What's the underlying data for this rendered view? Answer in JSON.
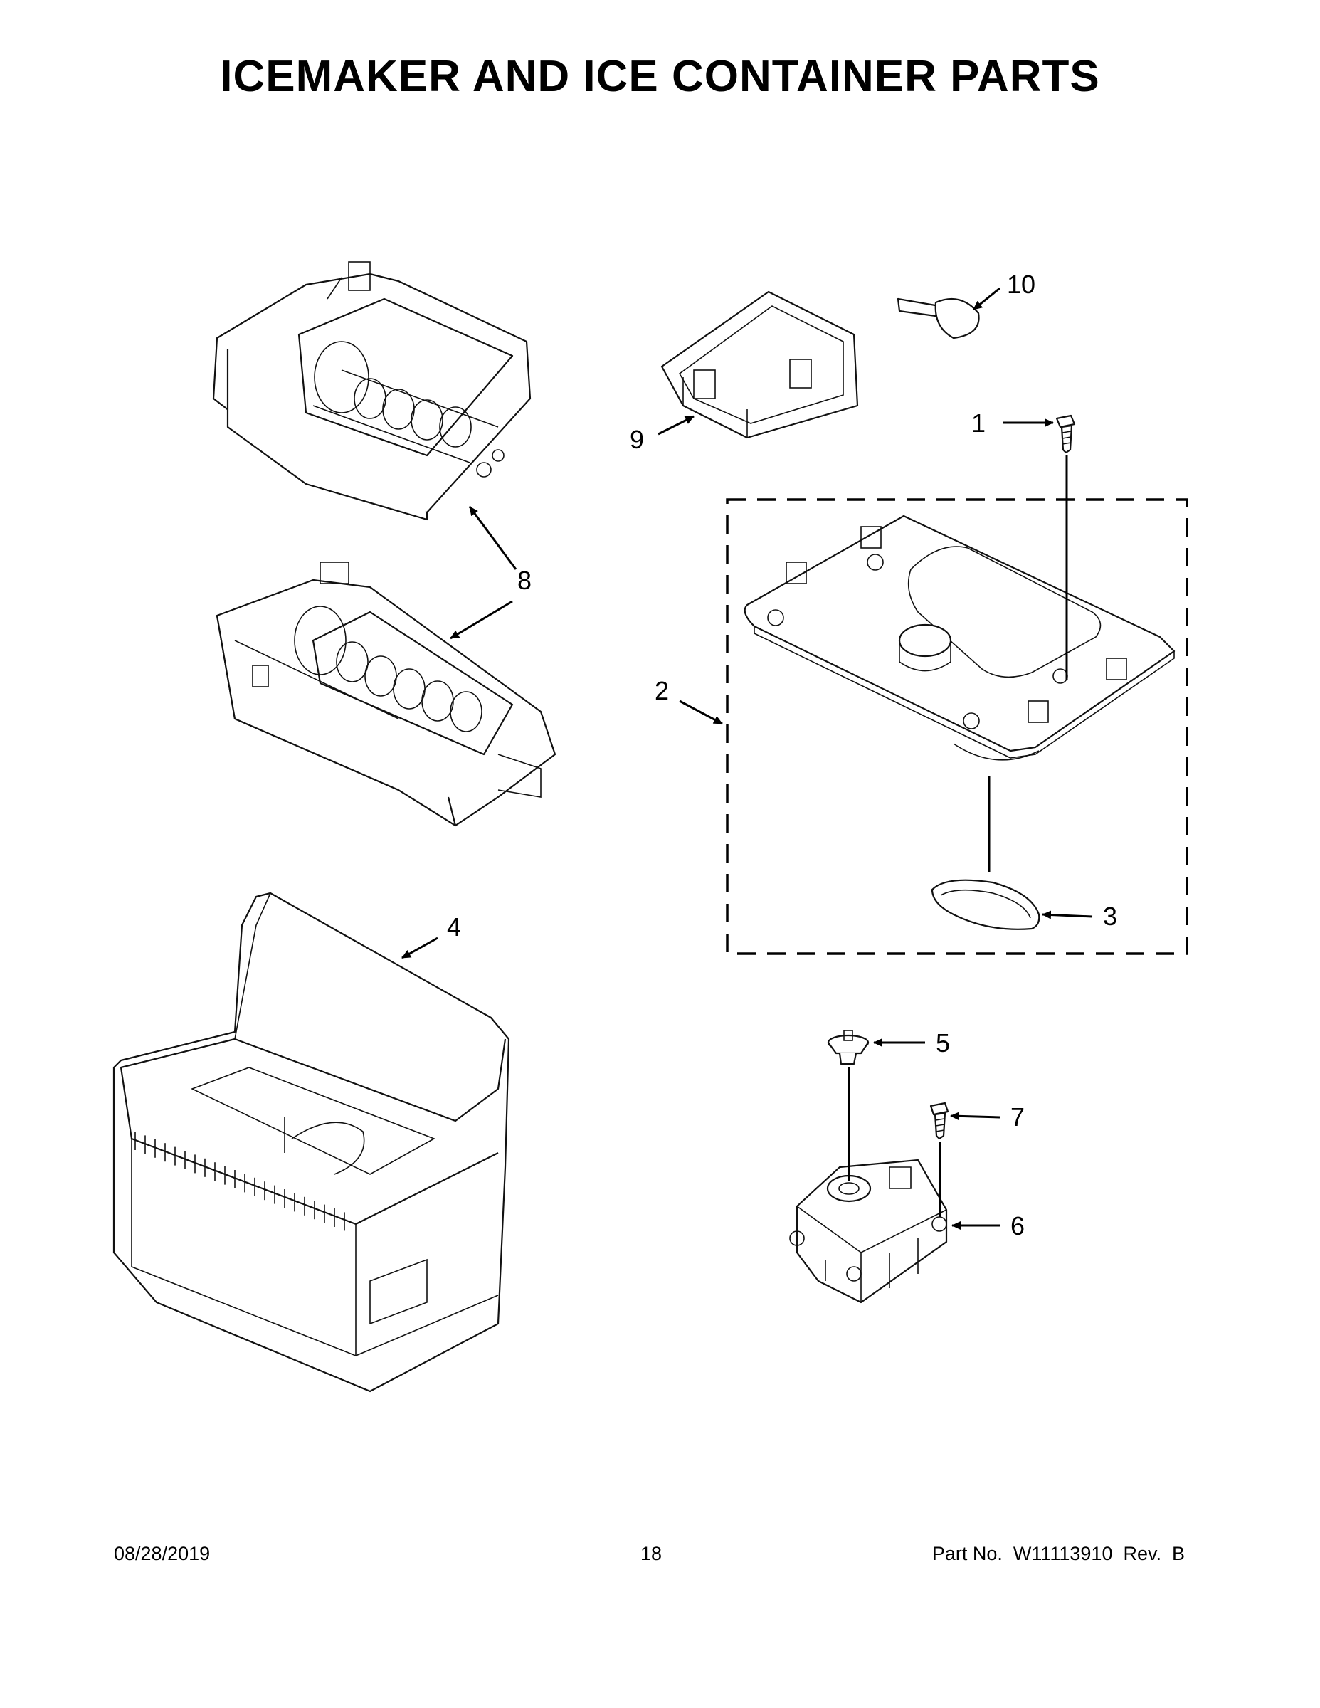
{
  "header": {
    "title": "ICEMAKER AND ICE CONTAINER PARTS"
  },
  "callouts": [
    {
      "id": "1",
      "label": "1"
    },
    {
      "id": "2",
      "label": "2"
    },
    {
      "id": "3",
      "label": "3"
    },
    {
      "id": "4",
      "label": "4"
    },
    {
      "id": "5",
      "label": "5"
    },
    {
      "id": "6",
      "label": "6"
    },
    {
      "id": "7",
      "label": "7"
    },
    {
      "id": "8",
      "label": "8"
    },
    {
      "id": "9",
      "label": "9"
    },
    {
      "id": "10",
      "label": "10"
    }
  ],
  "footer": {
    "date": "08/28/2019",
    "page_number": "18",
    "part_number": "Part No.  W11113910  Rev.  B"
  },
  "colors": {
    "ink": "#000000",
    "background": "#ffffff"
  }
}
